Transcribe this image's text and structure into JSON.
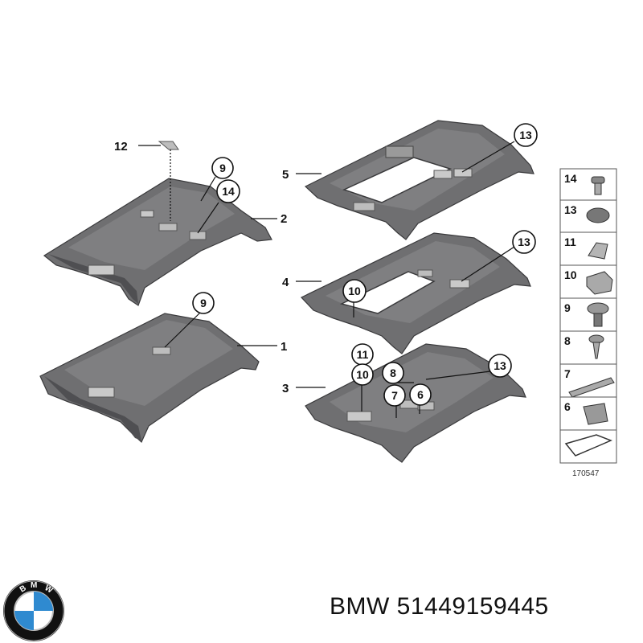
{
  "callouts": {
    "c1": "1",
    "c2": "2",
    "c3": "3",
    "c4": "4",
    "c5": "5",
    "c12": "12",
    "c9a": "9",
    "c14a": "14",
    "c9b": "9",
    "c13a": "13",
    "c13b": "13",
    "c10a": "10",
    "c11": "11",
    "c10b": "10",
    "c8": "8",
    "c13c": "13",
    "c7": "7",
    "c6": "6"
  },
  "legend": {
    "items": [
      "14",
      "13",
      "11",
      "10",
      "9",
      "8",
      "7",
      "6"
    ],
    "ref_number": "170547"
  },
  "footer": {
    "logo_letters": [
      "B",
      "M",
      "W"
    ],
    "brand": "BMW",
    "part_number": "51449159445",
    "colors": {
      "logo_blue": "#2f8ad0",
      "logo_ring": "#111111"
    }
  }
}
